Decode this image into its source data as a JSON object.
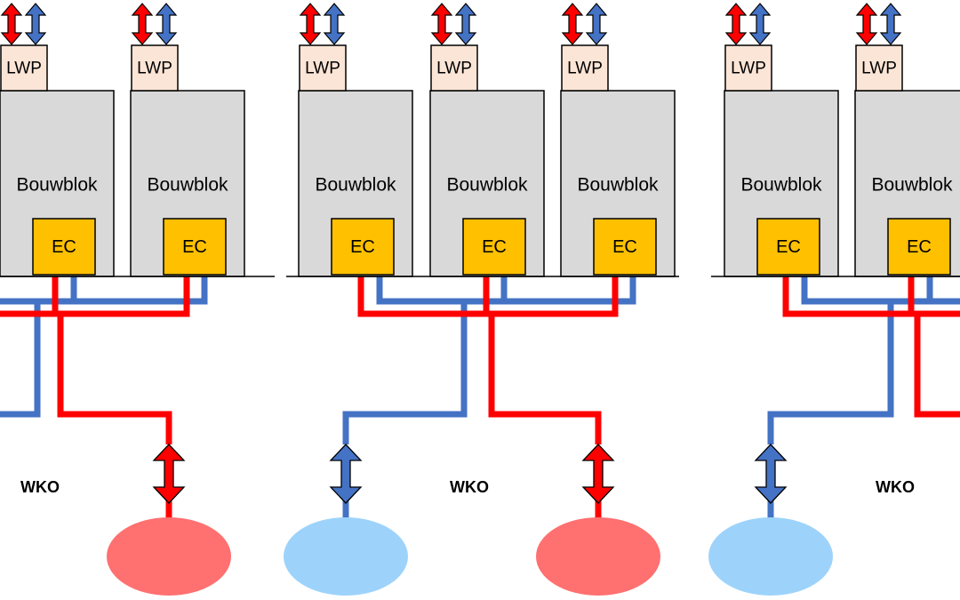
{
  "labels": {
    "building": "Bouwblok",
    "ec": "EC",
    "lwp": "LWP",
    "wko": "WKO"
  },
  "colors": {
    "hot": "#ff0000",
    "cold": "#4472c4",
    "building_fill": "#d9d9d9",
    "ec_fill": "#ffc000",
    "lwp_fill": "#fbe5d6",
    "warm_well": "#ff7070",
    "cold_well": "#9dd3fb",
    "outline": "#000000"
  },
  "icons": {
    "lwp_arrows": "double-arrow-vertical-icon",
    "well_arrow": "double-arrow-vertical-icon"
  }
}
